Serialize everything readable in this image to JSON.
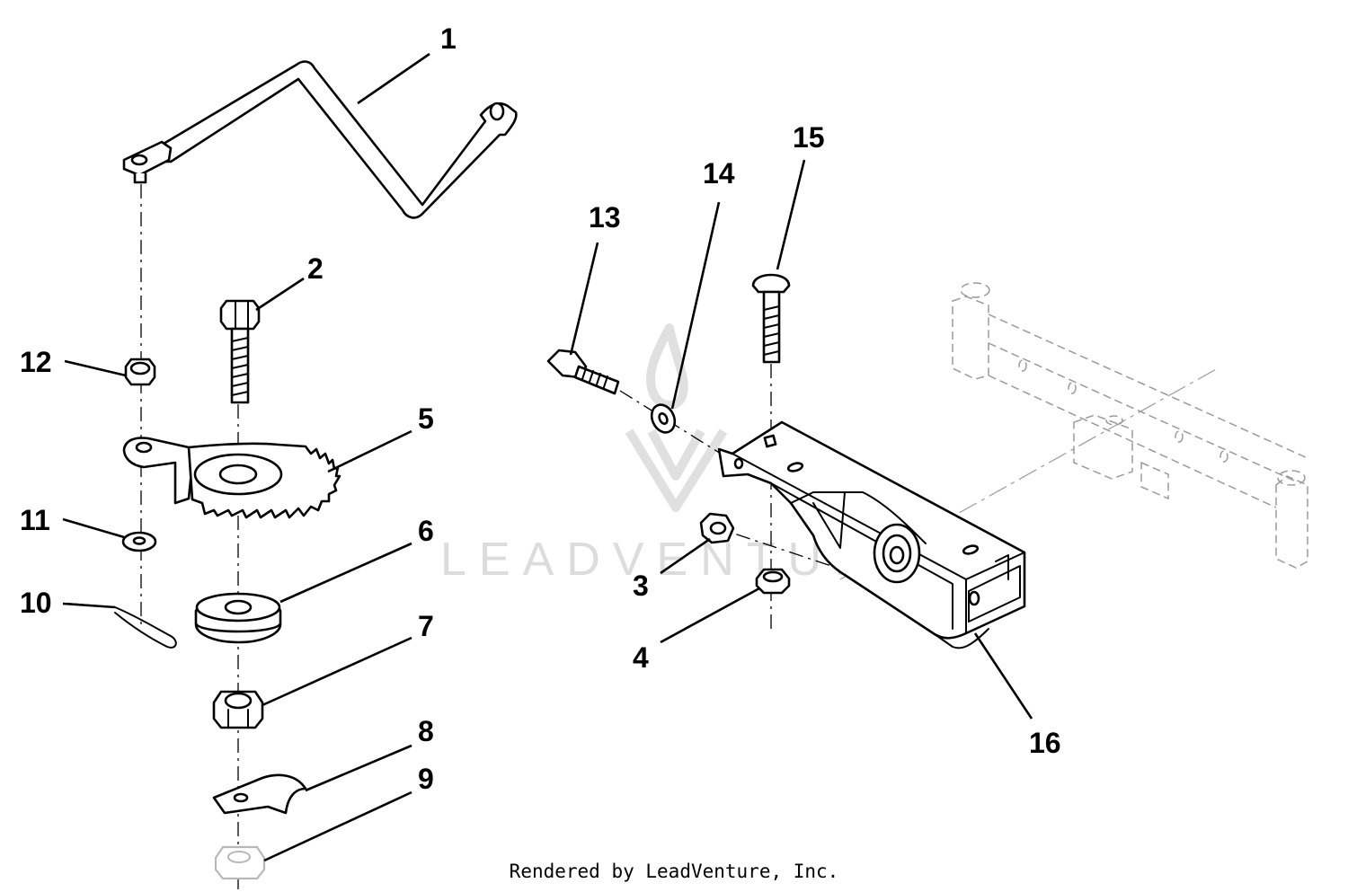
{
  "diagram": {
    "callouts": [
      "1",
      "2",
      "3",
      "4",
      "5",
      "6",
      "7",
      "8",
      "9",
      "10",
      "11",
      "12",
      "13",
      "14",
      "15",
      "16"
    ]
  },
  "watermark": {
    "text": "LEADVENTURE",
    "color": "#dcdcdc"
  },
  "footer": {
    "text": "Rendered by LeadVenture, Inc."
  }
}
